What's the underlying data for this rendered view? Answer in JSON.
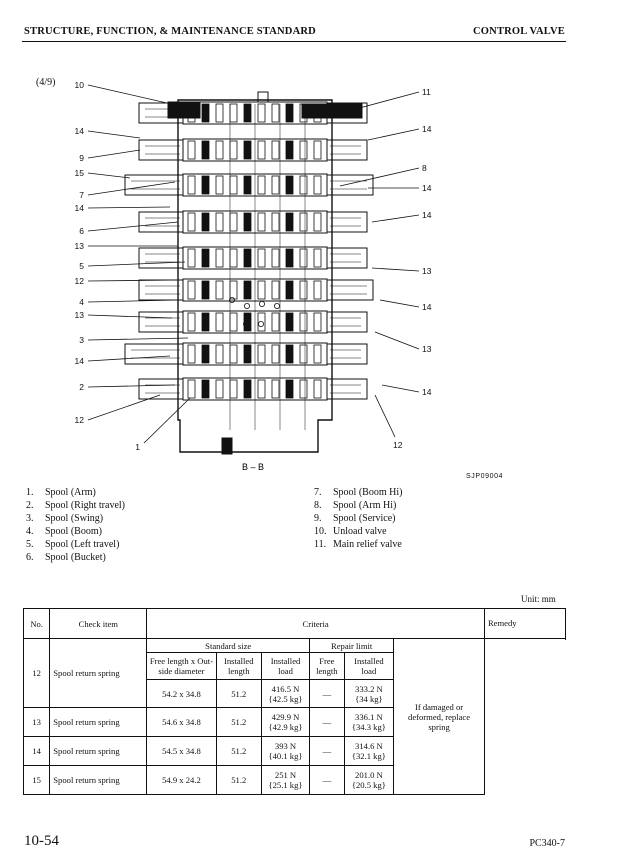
{
  "header": {
    "left": "STRUCTURE, FUNCTION, & MAINTENANCE STANDARD",
    "right": "CONTROL VALVE"
  },
  "page_marker": "(4/9)",
  "figure": {
    "section_label": "B – B",
    "code": "SJP09004",
    "left_callouts": [
      "10",
      "14",
      "9",
      "15",
      "7",
      "14",
      "6",
      "13",
      "5",
      "12",
      "4",
      "13",
      "3",
      "14",
      "2",
      "12",
      "1"
    ],
    "right_callouts": [
      "11",
      "14",
      "8",
      "14",
      "14",
      "13",
      "14",
      "13",
      "14",
      "12"
    ]
  },
  "legend": {
    "left": [
      {
        "num": "1.",
        "text": "Spool (Arm)"
      },
      {
        "num": "2.",
        "text": "Spool (Right travel)"
      },
      {
        "num": "3.",
        "text": "Spool (Swing)"
      },
      {
        "num": "4.",
        "text": "Spool (Boom)"
      },
      {
        "num": "5.",
        "text": "Spool (Left travel)"
      },
      {
        "num": "6.",
        "text": "Spool (Bucket)"
      }
    ],
    "right": [
      {
        "num": "7.",
        "text": "Spool (Boom Hi)"
      },
      {
        "num": "8.",
        "text": "Spool (Arm Hi)"
      },
      {
        "num": "9.",
        "text": "Spool (Service)"
      },
      {
        "num": "10.",
        "text": "Unload valve"
      },
      {
        "num": "11.",
        "text": "Main relief valve"
      }
    ]
  },
  "unit": "Unit: mm",
  "table": {
    "h_no": "No.",
    "h_check": "Check item",
    "h_criteria": "Criteria",
    "h_remedy": "Remedy",
    "h_standard": "Standard size",
    "h_repair": "Repair limit",
    "c_free_od": "Free length x Out-side diameter",
    "c_inst_len": "Installed length",
    "c_inst_load": "Installed load",
    "c_free_len": "Free length",
    "c_inst_load2": "Installed load",
    "rows": [
      {
        "no": "12",
        "item": "Spool return spring",
        "size": "54.2 x 34.8",
        "len": "51.2",
        "load": "416.5 N",
        "load_kg": "{42.5 kg}",
        "free": "—",
        "limit": "333.2 N",
        "limit_kg": "{34 kg}"
      },
      {
        "no": "13",
        "item": "Spool return spring",
        "size": "54.6 x 34.8",
        "len": "51.2",
        "load": "429.9 N",
        "load_kg": "{42.9 kg}",
        "free": "—",
        "limit": "336.1 N",
        "limit_kg": "{34.3 kg}"
      },
      {
        "no": "14",
        "item": "Spool return spring",
        "size": "54.5 x 34.8",
        "len": "51.2",
        "load": "393 N",
        "load_kg": "{40.1 kg}",
        "free": "—",
        "limit": "314.6 N",
        "limit_kg": "{32.1 kg}"
      },
      {
        "no": "15",
        "item": "Spool return spring",
        "size": "54.9 x 24.2",
        "len": "51.2",
        "load": "251 N",
        "load_kg": "{25.1 kg}",
        "free": "—",
        "limit": "201.0 N",
        "limit_kg": "{20.5 kg}"
      }
    ],
    "remedy": "If damaged or deformed, replace spring"
  },
  "footer": {
    "left": "10-54",
    "right": "PC340-7"
  }
}
